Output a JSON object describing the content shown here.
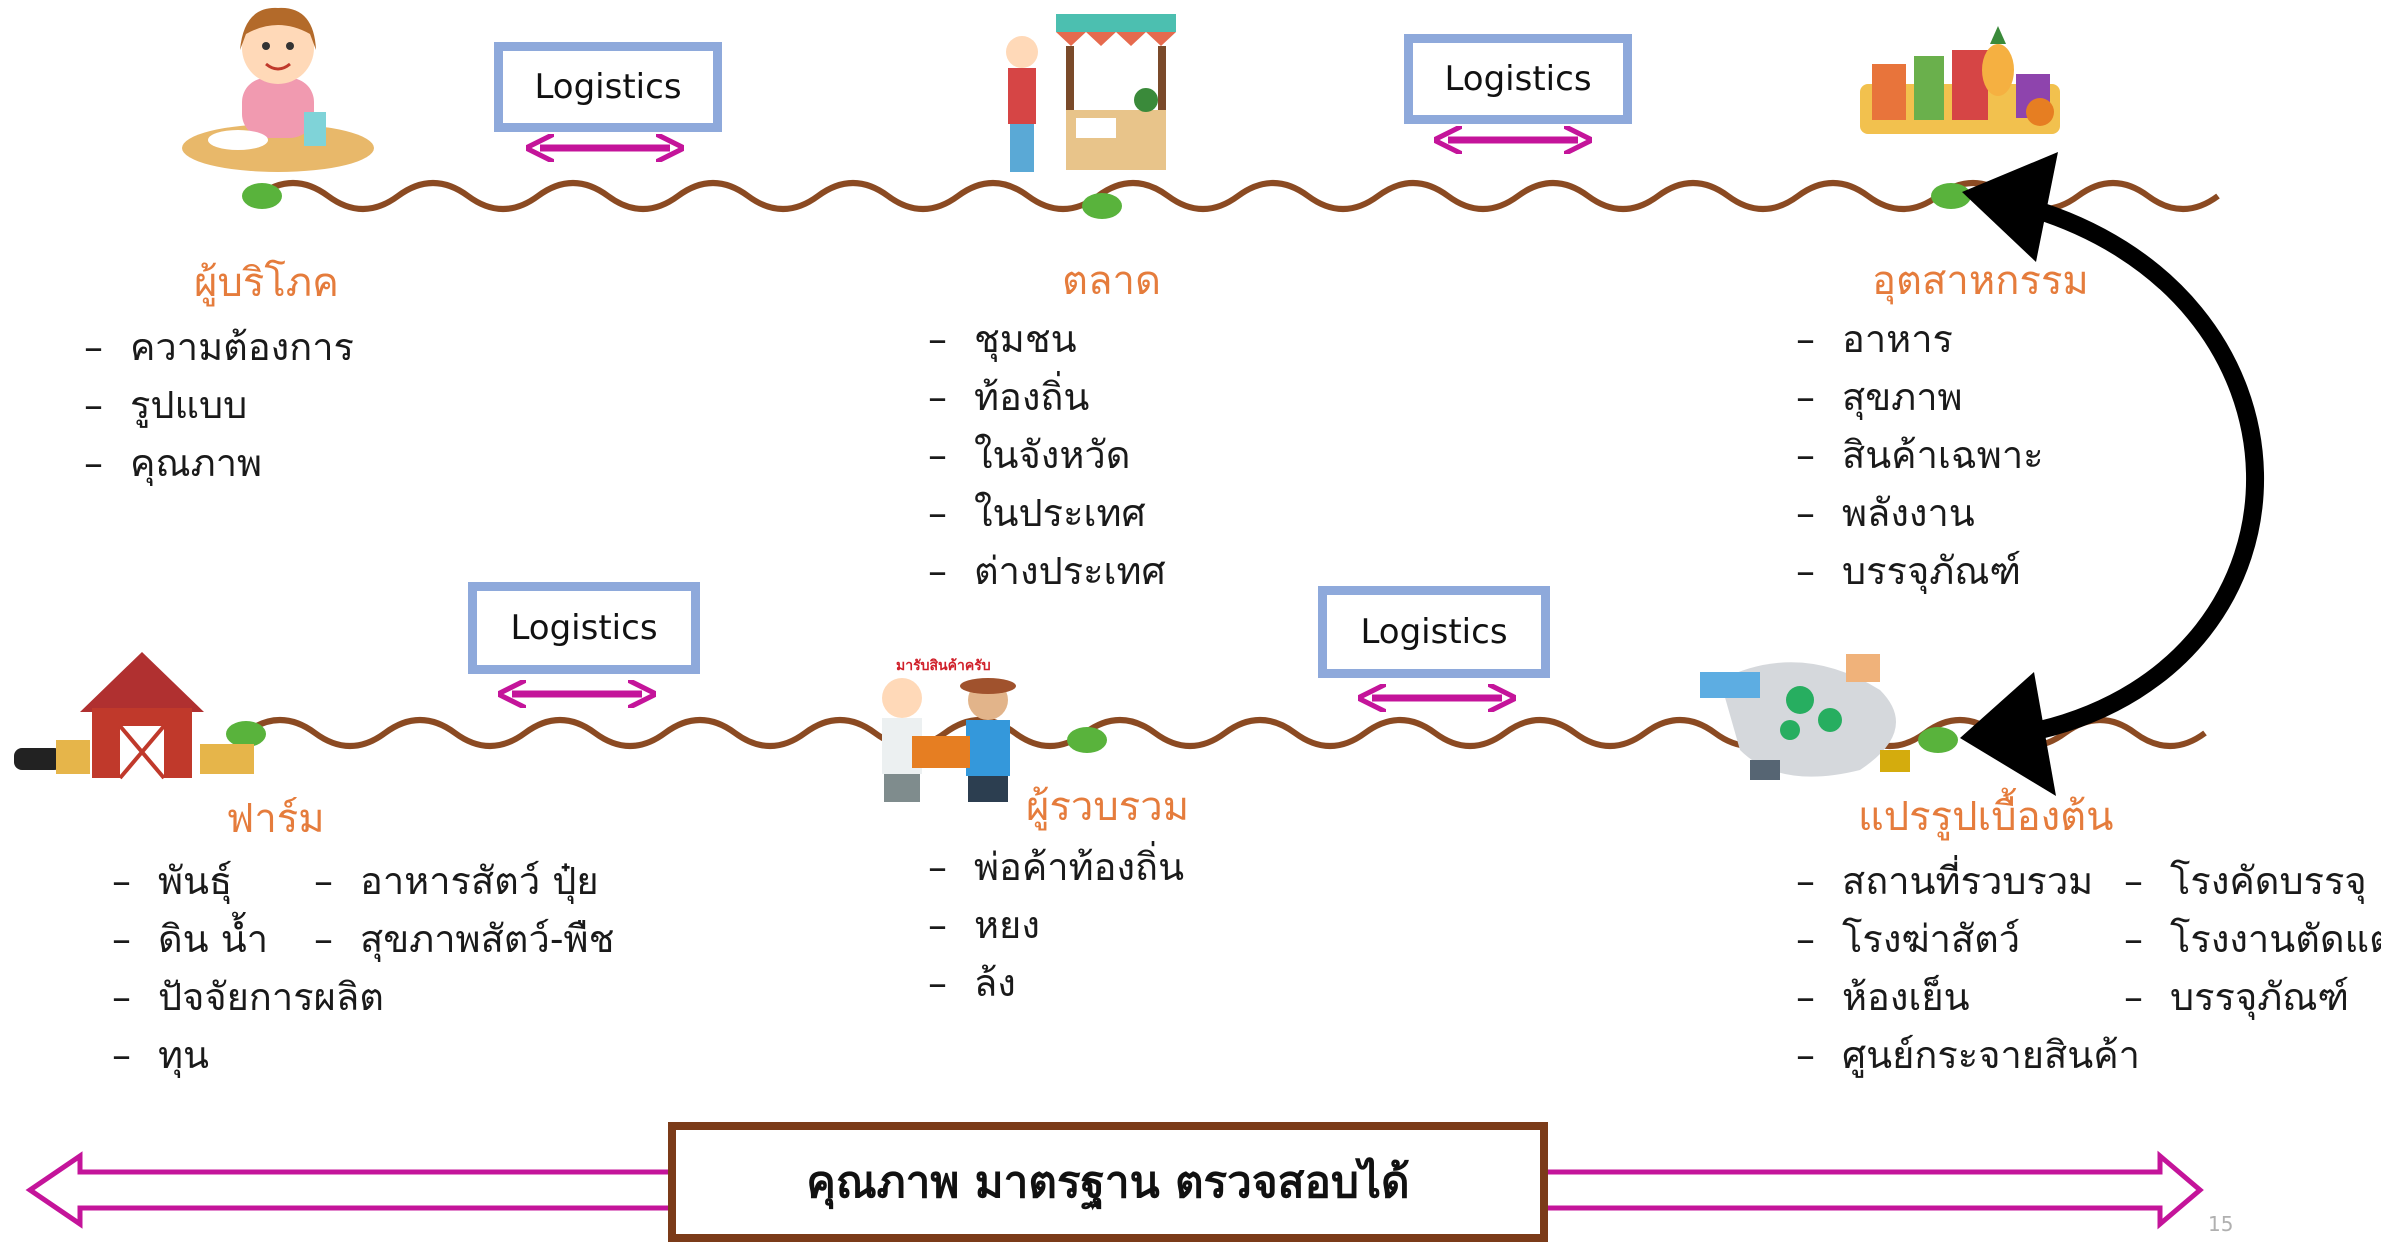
{
  "logistics": [
    "Logistics",
    "Logistics",
    "Logistics",
    "Logistics"
  ],
  "stages": {
    "consumer": {
      "title": "ผู้บริโภค",
      "items": [
        "ความต้องการ",
        "รูปแบบ",
        "คุณภาพ"
      ]
    },
    "market": {
      "title": "ตลาด",
      "items": [
        "ชุมชน",
        "ท้องถิ่น",
        "ในจังหวัด",
        "ในประเทศ",
        "ต่างประเทศ"
      ]
    },
    "industry": {
      "title": "อุตสาหกรรม",
      "items": [
        "อาหาร",
        "สุขภาพ",
        "สินค้าเฉพาะ",
        "พลังงาน",
        "บรรจุภัณฑ์"
      ]
    },
    "farm": {
      "title": "ฟาร์ม",
      "col1": [
        "พันธุ์",
        "ดิน น้ำ",
        "ปัจจัยการผลิต",
        "ทุน"
      ],
      "col2": [
        "อาหารสัตว์ ปุ๋ย",
        "สุขภาพสัตว์-พืช"
      ]
    },
    "collector": {
      "title": "ผู้รวบรวม",
      "items": [
        "พ่อค้าท้องถิ่น",
        "หยง",
        "ล้ง"
      ],
      "sticker": "มารับสินค้าครับ"
    },
    "processing": {
      "title": "แปรรูปเบื้องต้น",
      "col1": [
        "สถานที่รวบรวม",
        "โรงฆ่าสัตว์",
        "ห้องเย็น",
        "ศูนย์กระจายสินค้า"
      ],
      "col2": [
        "โรงคัดบรรจุ",
        "โรงงานตัดแต่ง",
        "บรรจุภัณฑ์"
      ]
    }
  },
  "bottom_banner": "คุณภาพ มาตรฐาน ตรวจสอบได้",
  "page_number": "15",
  "colors": {
    "wave": "#8b4a22",
    "node": "#59b33c",
    "stage_title": "#e57c3c",
    "logistics_border": "#8ea9db",
    "arrow_magenta": "#c4149a",
    "banner_border": "#7b3b19"
  }
}
